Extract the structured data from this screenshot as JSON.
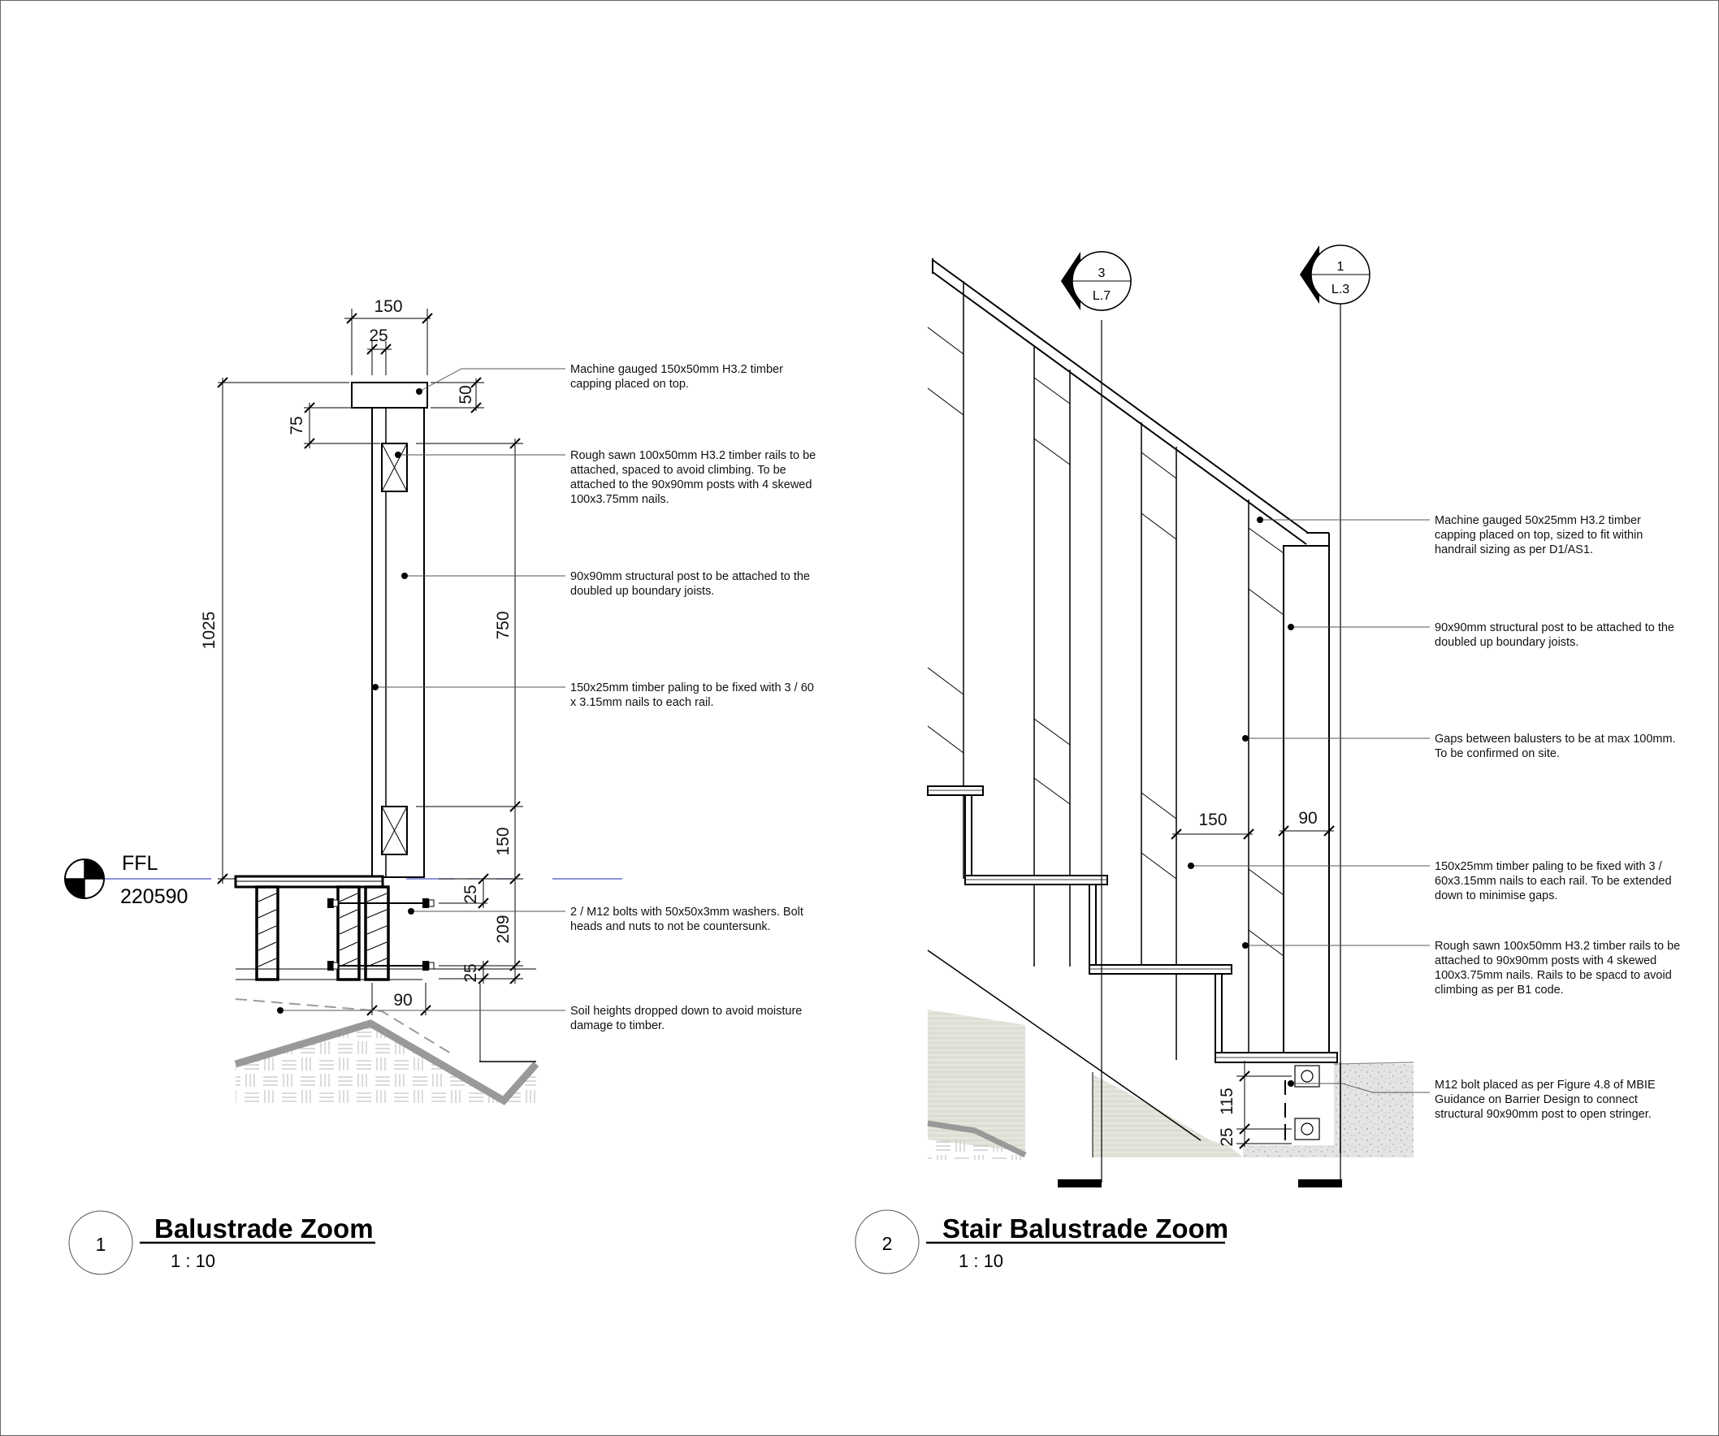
{
  "level_datum": {
    "label": "FFL",
    "value": "220590"
  },
  "detail_1": {
    "number": "1",
    "title": "Balustrade Zoom",
    "scale": "1 : 10",
    "dimensions": {
      "top_width": "150",
      "post_offset": "25",
      "cap_height": "50",
      "rail_offset": "75",
      "overall_height": "1025",
      "rail_spacing": "750",
      "bottom_rail": "150",
      "bolt_top": "25",
      "joist_depth": "209",
      "bolt_bottom": "25",
      "soil_drop": "90"
    },
    "notes": [
      [
        "Machine gauged 150x50mm H3.2 timber",
        "capping placed on top."
      ],
      [
        "Rough sawn 100x50mm H3.2 timber rails to be",
        "attached, spaced to avoid climbing. To be",
        "attached to the 90x90mm posts with 4 skewed",
        "100x3.75mm nails."
      ],
      [
        "90x90mm structural post to be attached to the",
        "doubled up boundary joists."
      ],
      [
        "150x25mm timber paling to be fixed with 3 / 60",
        "x 3.15mm nails to each rail."
      ],
      [
        "2 / M12 bolts with 50x50x3mm washers. Bolt",
        "heads and nuts to not be countersunk."
      ],
      [
        "Soil heights dropped down to avoid moisture",
        "damage to timber."
      ]
    ]
  },
  "detail_2": {
    "number": "2",
    "title": "Stair Balustrade Zoom",
    "scale": "1 : 10",
    "section_refs": [
      {
        "number": "3",
        "sheet": "L.7"
      },
      {
        "number": "1",
        "sheet": "L.3"
      }
    ],
    "dimensions": {
      "paling_width": "150",
      "post_width": "90",
      "bolt_spacing": "115",
      "bolt_edge": "25"
    },
    "notes": [
      [
        "Machine gauged 50x25mm H3.2 timber",
        "capping placed on top, sized to fit within",
        "handrail sizing as per D1/AS1."
      ],
      [
        "90x90mm structural post to be attached to the",
        "doubled up boundary joists."
      ],
      [
        "Gaps between balusters to be at max 100mm.",
        "To be confirmed on site."
      ],
      [
        "150x25mm timber paling to be fixed with 3 /",
        "60x3.15mm nails to each rail. To be extended",
        "down to minimise gaps."
      ],
      [
        "Rough sawn 100x50mm H3.2 timber rails to be",
        "attached to 90x90mm posts with 4 skewed",
        "100x3.75mm nails. Rails to be spacd to avoid",
        "climbing as per B1 code."
      ],
      [
        "M12 bolt placed as per Figure 4.8 of MBIE",
        "Guidance on Barrier Design to connect",
        "structural 90x90mm post to open stringer."
      ]
    ]
  }
}
